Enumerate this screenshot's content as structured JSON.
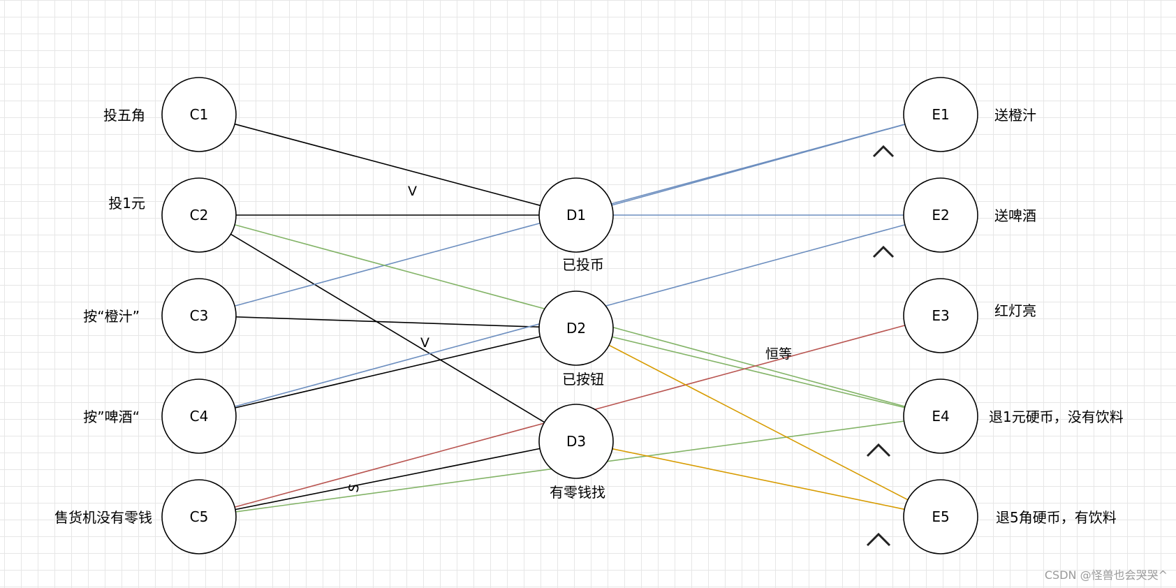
{
  "colors": {
    "black": "#000000",
    "blue": "#6c8ebf",
    "green": "#82b366",
    "red": "#b85450",
    "orange": "#d79b00"
  },
  "nodes": {
    "C1": {
      "label": "C1",
      "desc": "投五角"
    },
    "C2": {
      "label": "C2",
      "desc": "投1元"
    },
    "C3": {
      "label": "C3",
      "desc": "按“橙汁”"
    },
    "C4": {
      "label": "C4",
      "desc": "按”啤酒“"
    },
    "C5": {
      "label": "C5",
      "desc": "售货机没有零钱"
    },
    "D1": {
      "label": "D1",
      "desc": "已投币"
    },
    "D2": {
      "label": "D2",
      "desc": "已按钮"
    },
    "D3": {
      "label": "D3",
      "desc": "有零钱找"
    },
    "E1": {
      "label": "E1",
      "desc": "送橙汁"
    },
    "E2": {
      "label": "E2",
      "desc": "送啤酒"
    },
    "E3": {
      "label": "E3",
      "desc": "红灯亮"
    },
    "E4": {
      "label": "E4",
      "desc": "退1元硬币，没有饮料"
    },
    "E5": {
      "label": "E5",
      "desc": "退5角硬币，有饮料"
    }
  },
  "edges": [
    {
      "from": "C1",
      "to": "D1",
      "color": "black"
    },
    {
      "from": "C2",
      "to": "D1",
      "color": "black"
    },
    {
      "from": "C2",
      "to": "D3",
      "color": "black"
    },
    {
      "from": "C3",
      "to": "D2",
      "color": "black"
    },
    {
      "from": "C4",
      "to": "D2",
      "color": "black"
    },
    {
      "from": "C5",
      "to": "D3",
      "color": "black"
    },
    {
      "from": "C3",
      "to": "E1",
      "color": "blue"
    },
    {
      "from": "C4",
      "to": "E2",
      "color": "blue"
    },
    {
      "from": "D1",
      "to": "E1",
      "color": "blue"
    },
    {
      "from": "D1",
      "to": "E2",
      "color": "blue"
    },
    {
      "from": "C2",
      "to": "E4",
      "color": "green"
    },
    {
      "from": "D2",
      "to": "E4",
      "color": "green"
    },
    {
      "from": "C5",
      "to": "E4",
      "color": "green"
    },
    {
      "from": "C5",
      "to": "E3",
      "color": "red"
    },
    {
      "from": "D2",
      "to": "E5",
      "color": "orange"
    },
    {
      "from": "D3",
      "to": "E5",
      "color": "orange"
    }
  ],
  "edge_labels": {
    "v_top": "V",
    "v_mid": "V",
    "s_label": "S",
    "identity": "恒等"
  },
  "and_symbols": [
    "^",
    "^",
    "^",
    "^"
  ],
  "watermark": "CSDN @怪兽也会哭哭^"
}
